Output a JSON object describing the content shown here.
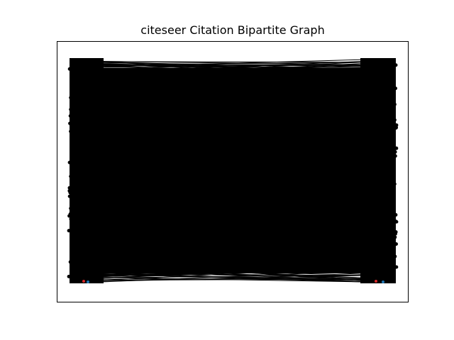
{
  "figure": {
    "title": "citeseer Citation Bipartite Graph"
  },
  "graph": {
    "type": "bipartite",
    "dataset": "citeseer",
    "edge_color": "#000000",
    "node_color": "#000000",
    "highlight_colors": [
      "#d62728",
      "#1f77b4"
    ],
    "ticks": false,
    "frame": true
  }
}
